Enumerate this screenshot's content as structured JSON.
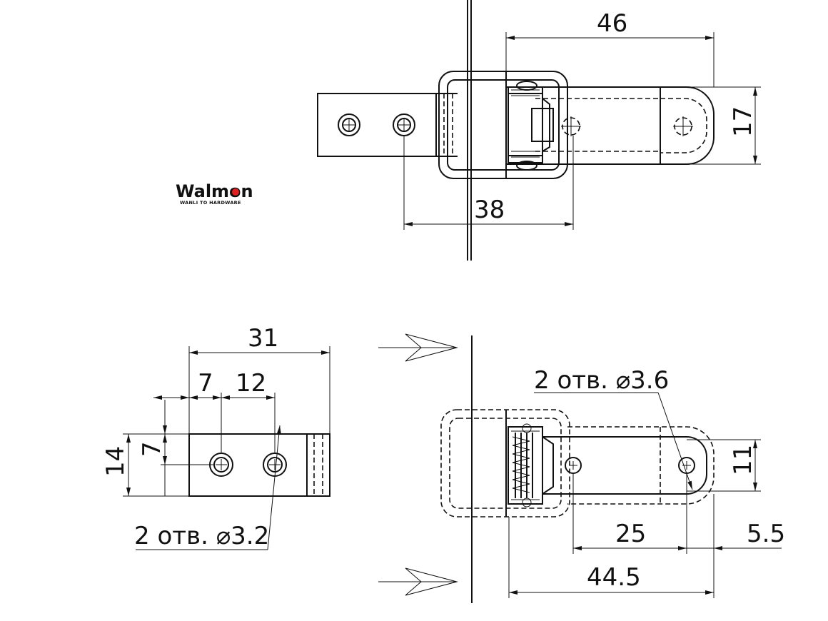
{
  "logo": {
    "brand": "Walmon",
    "tagline": "WANLI TO HARDWARE",
    "accent_color": "#e02020"
  },
  "dimensions": {
    "top_width": "46",
    "top_height": "17",
    "top_hole_span": "38",
    "strike_length": "31",
    "strike_hole_offset": "7",
    "strike_hole_pitch": "12",
    "strike_height": "14",
    "strike_hole_height": "7",
    "strike_holes_note": "2 отв. ⌀3.2",
    "latch_holes_note": "2 отв. ⌀3.6",
    "latch_height": "11",
    "latch_hole_pitch": "25",
    "latch_end_offset": "5.5",
    "latch_length": "44.5"
  },
  "colors": {
    "line": "#111111",
    "background": "#ffffff"
  }
}
